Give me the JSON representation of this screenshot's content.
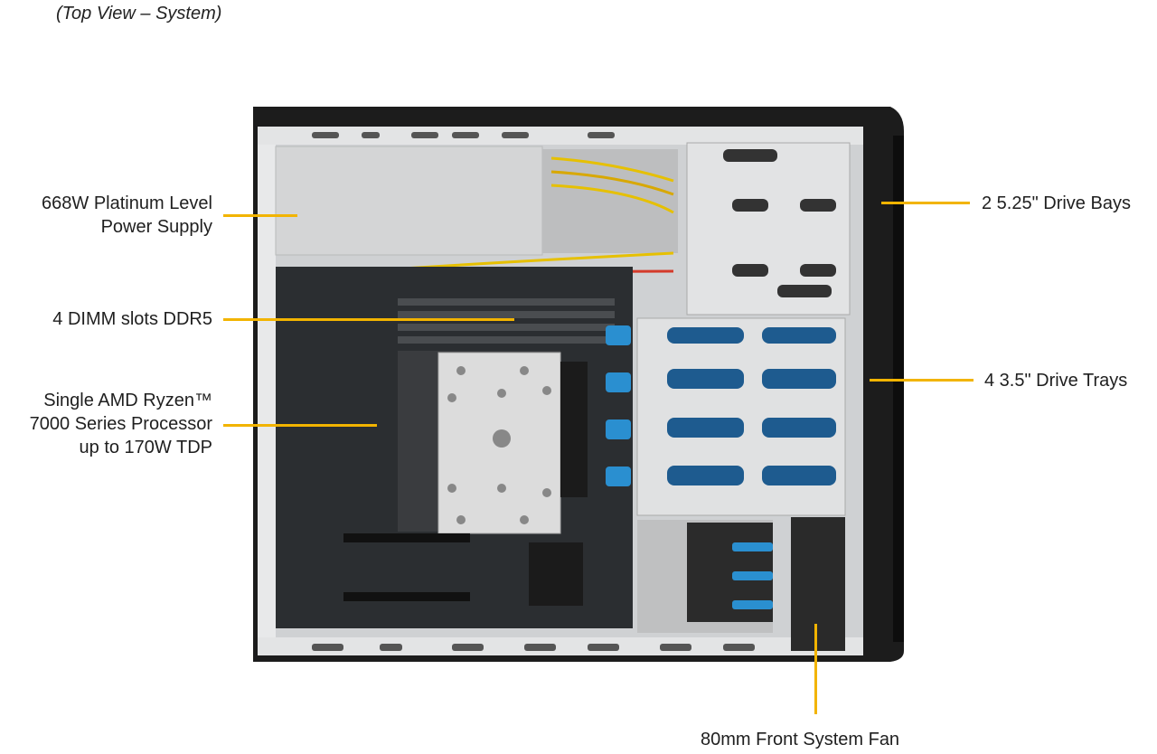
{
  "caption": "(Top View – System)",
  "callouts": {
    "power_supply": [
      "668W Platinum  Level",
      "Power Supply"
    ],
    "dimm": [
      "4 DIMM slots DDR5"
    ],
    "processor": [
      "Single AMD Ryzen™",
      "7000 Series Processor",
      "up to 170W TDP"
    ],
    "drive_bays": [
      "2 5.25\" Drive Bays"
    ],
    "drive_trays": [
      "4 3.5\" Drive Trays"
    ],
    "fan": [
      "80mm Front System Fan"
    ]
  },
  "colors": {
    "leader": "#f2b400",
    "chassis_frame": "#1c1c1c",
    "drive_tray_accent": "#2a8fd0",
    "board": "#2b2e31",
    "sheet_metal": "#d9dadb"
  }
}
